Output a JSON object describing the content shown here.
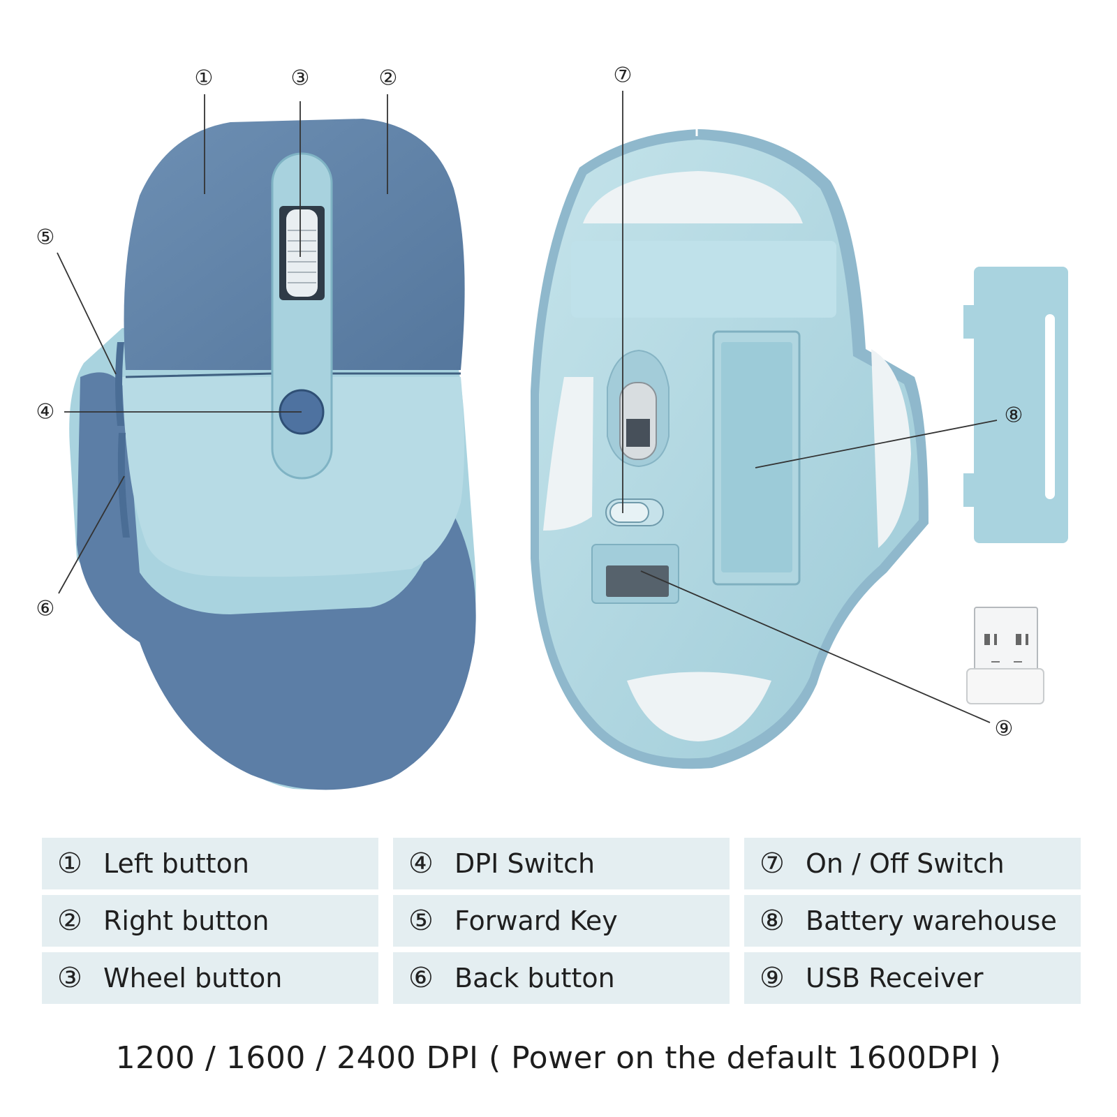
{
  "callouts": {
    "c1": "①",
    "c2": "②",
    "c3": "③",
    "c4": "④",
    "c5": "⑤",
    "c6": "⑥",
    "c7": "⑦",
    "c8": "⑧",
    "c9": "⑨"
  },
  "legend": {
    "items": [
      {
        "num": "①",
        "label": "Left button"
      },
      {
        "num": "④",
        "label": "DPI Switch"
      },
      {
        "num": "⑦",
        "label": "On / Off Switch"
      },
      {
        "num": "②",
        "label": "Right button"
      },
      {
        "num": "⑤",
        "label": "Forward Key"
      },
      {
        "num": "⑧",
        "label": "Battery warehouse"
      },
      {
        "num": "③",
        "label": "Wheel button"
      },
      {
        "num": "⑥",
        "label": "Back button"
      },
      {
        "num": "⑨",
        "label": "USB Receiver"
      }
    ]
  },
  "footnote": "1200 / 1600 / 2400 DPI ( Power on the default 1600DPI )",
  "colors": {
    "dark_blue": "#5f82a8",
    "light_blue": "#b2d8e2",
    "pale_blue": "#c9e6ee",
    "legend_bg": "#e4eef1"
  }
}
